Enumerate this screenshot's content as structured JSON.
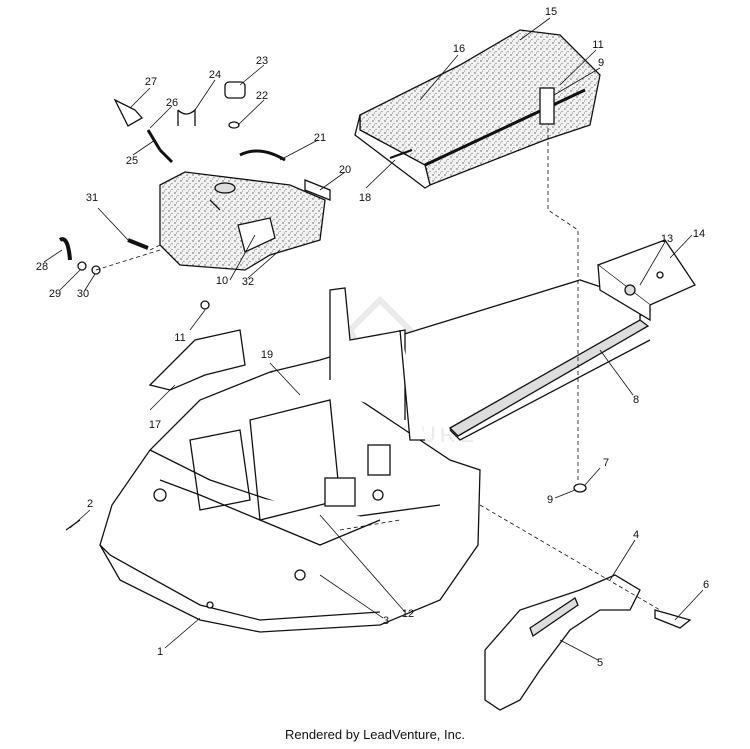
{
  "footer_text": "Rendered by LeadVenture, Inc.",
  "watermark_text": "LEADVENTURE",
  "callouts": [
    "1",
    "2",
    "3",
    "4",
    "5",
    "6",
    "7",
    "8",
    "9",
    "9",
    "10",
    "11",
    "11",
    "12",
    "13",
    "14",
    "15",
    "16",
    "17",
    "18",
    "19",
    "20",
    "21",
    "22",
    "23",
    "24",
    "25",
    "26",
    "27",
    "28",
    "29",
    "30",
    "31",
    "32"
  ]
}
